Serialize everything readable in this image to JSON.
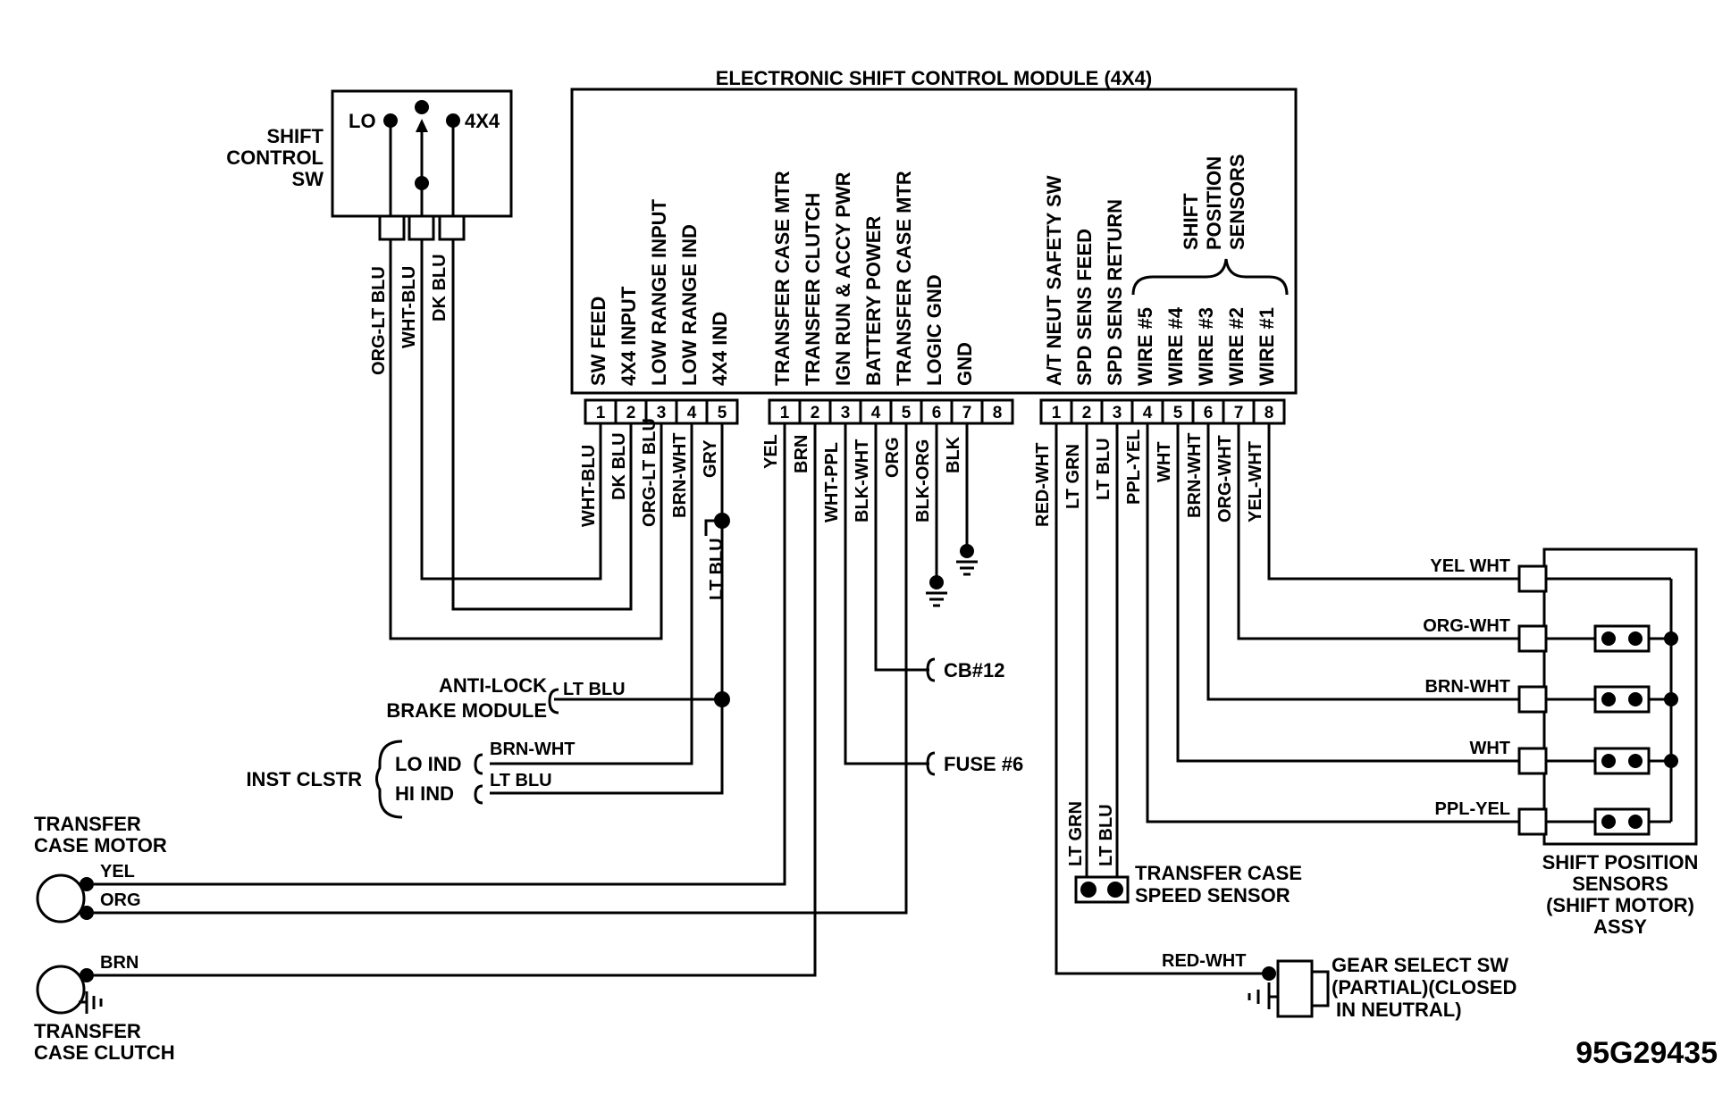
{
  "module": {
    "title": "ELECTRONIC SHIFT CONTROL MODULE (4X4)",
    "conn_a": {
      "functions": [
        "SW FEED",
        "4X4 INPUT",
        "LOW RANGE INPUT",
        "LOW RANGE IND",
        "4X4 IND"
      ],
      "pins": [
        "1",
        "2",
        "3",
        "4",
        "5"
      ],
      "wires": [
        "WHT-BLU",
        "DK BLU",
        "ORG-LT BLU",
        "BRN-WHT",
        "GRY"
      ]
    },
    "conn_b": {
      "functions": [
        "TRANSFER CASE MTR",
        "TRANSFER CLUTCH",
        "IGN RUN & ACCY PWR",
        "BATTERY POWER",
        "TRANSFER CASE MTR",
        "LOGIC GND",
        "GND"
      ],
      "pins": [
        "1",
        "2",
        "3",
        "4",
        "5",
        "6",
        "7",
        "8"
      ],
      "wires": [
        "YEL",
        "BRN",
        "WHT-PPL",
        "BLK-WHT",
        "ORG",
        "BLK-ORG",
        "BLK"
      ]
    },
    "conn_c": {
      "functions": [
        "A/T NEUT SAFETY SW",
        "SPD SENS FEED",
        "SPD SENS RETURN",
        "WIRE #5",
        "WIRE #4",
        "WIRE #3",
        "WIRE #2",
        "WIRE #1"
      ],
      "pins": [
        "1",
        "2",
        "3",
        "4",
        "5",
        "6",
        "7",
        "8"
      ],
      "wires": [
        "RED-WHT",
        "LT GRN",
        "LT BLU",
        "PPL-YEL",
        "WHT",
        "BRN-WHT",
        "ORG-WHT",
        "YEL-WHT"
      ],
      "group_label": [
        "SHIFT",
        "POSITION",
        "SENSORS"
      ]
    }
  },
  "shift_control_sw": {
    "title": [
      "SHIFT",
      "CONTROL",
      "SW"
    ],
    "lo": "LO",
    "fourx4": "4X4",
    "wires": [
      "ORG-LT BLU",
      "WHT-BLU",
      "DK BLU"
    ]
  },
  "lt_blu_branch": "LT BLU",
  "anti_lock": {
    "line1": "ANTI-LOCK",
    "line2": "BRAKE MODULE",
    "wire": "LT BLU"
  },
  "inst_clstr": {
    "label": "INST CLSTR",
    "lo": "LO IND",
    "hi": "HI IND",
    "lo_wire": "BRN-WHT",
    "hi_wire": "LT BLU"
  },
  "cb12": "CB#12",
  "fuse6": "FUSE #6",
  "tc_motor": {
    "line1": "TRANSFER",
    "line2": "CASE MOTOR",
    "wire1": "YEL",
    "wire2": "ORG"
  },
  "tc_clutch": {
    "line1": "TRANSFER",
    "line2": "CASE CLUTCH",
    "wire": "BRN"
  },
  "speed_sensor": {
    "line1": "TRANSFER CASE",
    "line2": "SPEED SENSOR",
    "wire1": "LT GRN",
    "wire2": "LT BLU"
  },
  "gear_select": {
    "line1": "GEAR SELECT SW",
    "line2": "(PARTIAL)(CLOSED",
    "line3": "IN NEUTRAL)",
    "wire": "RED-WHT"
  },
  "shift_sensors": {
    "wires": [
      "YEL WHT",
      "ORG-WHT",
      "BRN-WHT",
      "WHT",
      "PPL-YEL"
    ],
    "line1": "SHIFT POSITION",
    "line2": "SENSORS",
    "line3": "(SHIFT MOTOR)",
    "line4": "ASSY"
  },
  "figure_id": "95G29435"
}
